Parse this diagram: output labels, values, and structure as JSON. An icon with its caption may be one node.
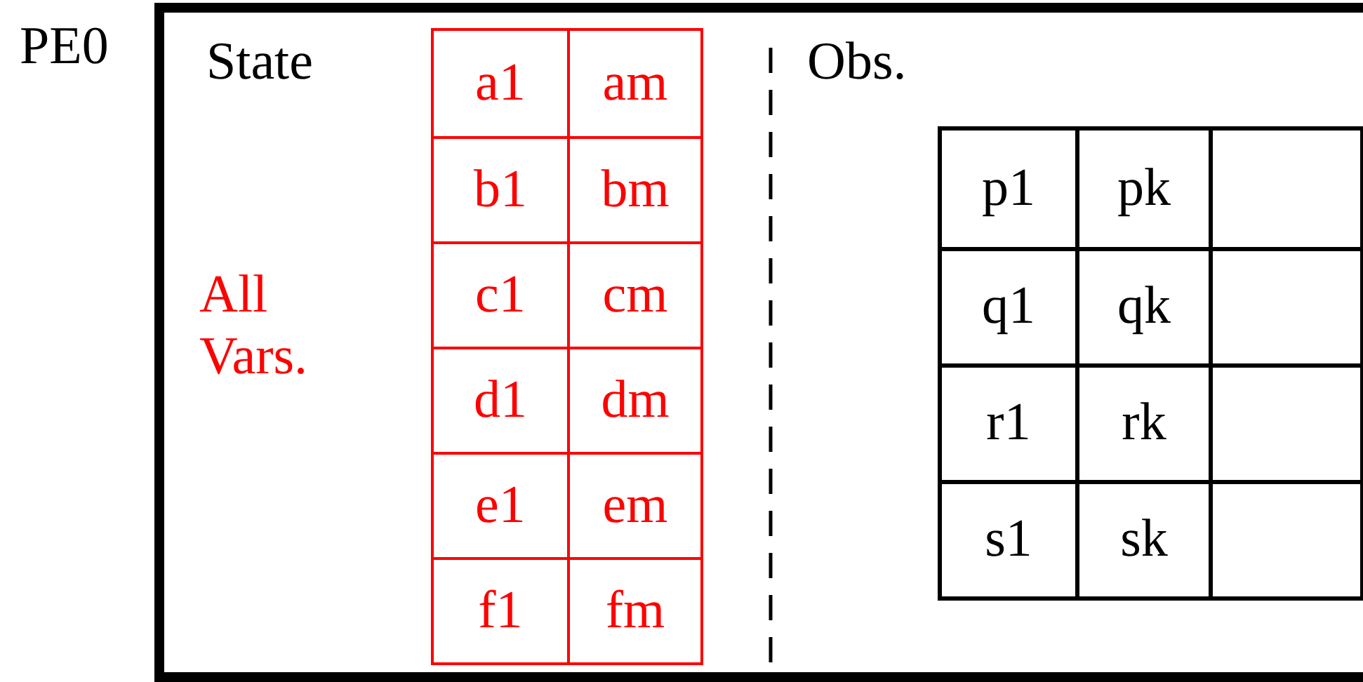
{
  "diagram": {
    "nodes": [
      {
        "text": [
          "State",
          "All Vars.",
          "Obs."
        ],
        "beside": [
          "PE0"
        ]
      }
    ],
    "labels": [
      "a1",
      "am",
      "b1",
      "bm",
      "c1",
      "cm",
      "d1",
      "dm",
      "e1",
      "em",
      "f1",
      "fm",
      "p1",
      "pk",
      "q1",
      "qk",
      "r1",
      "rk",
      "s1",
      "sk"
    ]
  }
}
